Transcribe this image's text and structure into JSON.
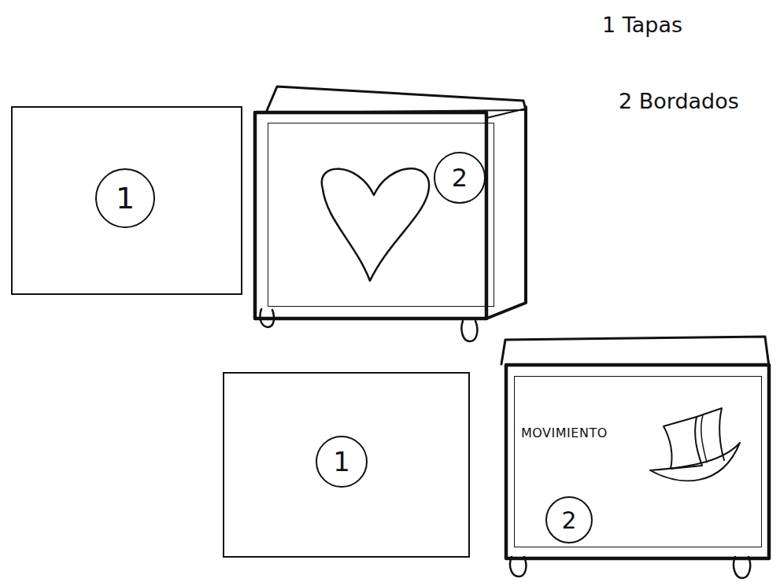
{
  "diagram": {
    "nodes": [
      {
        "text": []
      },
      {
        "text": [
          "1"
        ],
        "in": 0
      },
      {
        "text": []
      },
      {
        "text": [
          "2"
        ],
        "in": 2
      },
      {
        "text": []
      },
      {
        "text": [
          "1"
        ],
        "in": 4
      },
      {
        "text": [
          "MOVIMIENTO"
        ]
      },
      {
        "text": [
          "2"
        ],
        "in": 6
      }
    ],
    "labels": [
      "1 Tapas",
      "2 Bordados"
    ]
  }
}
